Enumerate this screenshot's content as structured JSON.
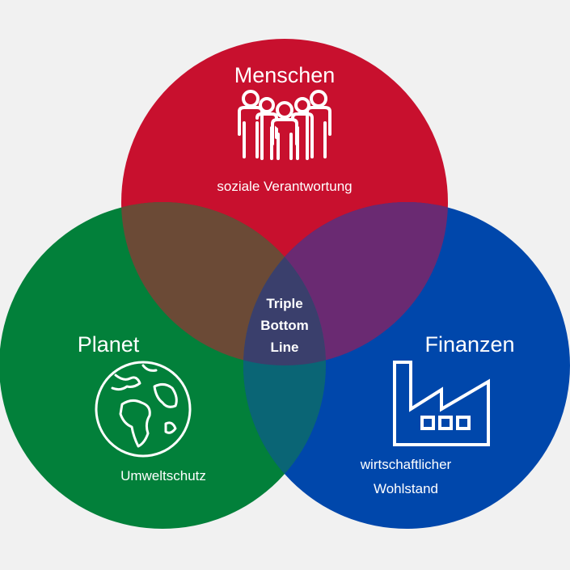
{
  "colors": {
    "background": "#f1f1f1",
    "menschen": "#c8102e",
    "planet": "#02803a",
    "finanzen": "#0047ab",
    "overlap_menschen_planet": "#6b4a36",
    "overlap_menschen_finanzen": "#6a2a72",
    "overlap_planet_finanzen": "#0a6575",
    "overlap_center": "#3a3f6c",
    "text": "#ffffff"
  },
  "circles": [
    {
      "key": "menschen",
      "title": "Menschen",
      "subtitle": "soziale Verantwortung",
      "icon": "people-group-icon"
    },
    {
      "key": "planet",
      "title": "Planet",
      "subtitle": "Umweltschutz",
      "icon": "globe-icon"
    },
    {
      "key": "finanzen",
      "title": "Finanzen",
      "subtitle_lines": [
        "wirtschaftlicher",
        "Wohlstand"
      ],
      "icon": "factory-icon"
    }
  ],
  "center": {
    "lines": [
      "Triple",
      "Bottom",
      "Line"
    ]
  }
}
